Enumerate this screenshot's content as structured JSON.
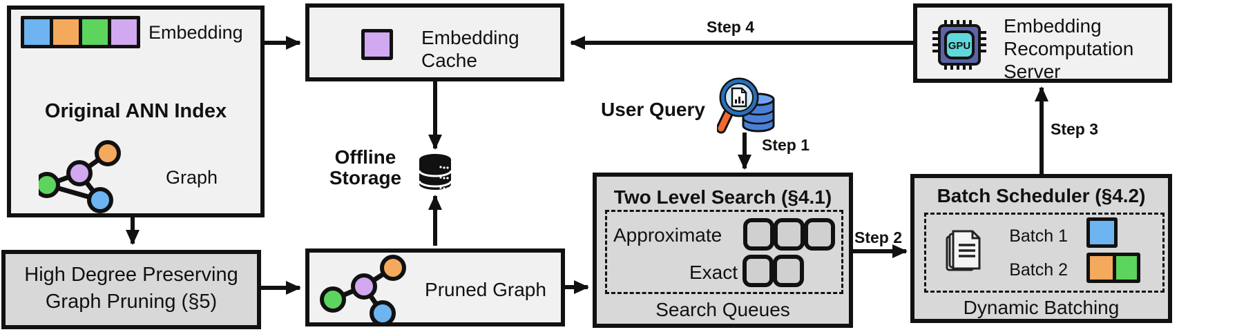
{
  "colors": {
    "canvas_bg": "#ffffff",
    "light_box_bg": "#f1f1f1",
    "dark_box_bg": "#d8d8d8",
    "line": "#111111",
    "embed_blue": "#6eb4f0",
    "embed_orange": "#f5a95c",
    "embed_green": "#5dd45d",
    "embed_purple": "#d0a9f0",
    "queue_slot_bg": "#d0d0d0",
    "gpu_body": "#5a64a8",
    "gpu_core": "#5fd9dc",
    "query_lens": "#cfe9fb",
    "query_rim": "#2a6fb8",
    "query_handle": "#f26a31",
    "query_db": "#4a80d8",
    "query_db_top": "#6ea3ef"
  },
  "original_index": {
    "title": "Original ANN Index",
    "embedding_label": "Embedding",
    "graph_label": "Graph"
  },
  "embedding_cache": {
    "label": "Embedding Cache"
  },
  "recomputation_server": {
    "label": "Embedding Recomputation Server",
    "gpu_text": "GPU"
  },
  "offline_storage": {
    "label": "Offline Storage"
  },
  "high_degree_pruning": {
    "line1": "High Degree Preserving",
    "line2": "Graph Pruning (§5)"
  },
  "pruned_graph": {
    "label": "Pruned Graph"
  },
  "two_level_search": {
    "title": "Two Level Search (§4.1)",
    "approximate_label": "Approximate",
    "exact_label": "Exact",
    "caption": "Search Queues"
  },
  "batch_scheduler": {
    "title": "Batch Scheduler (§4.2)",
    "batch1_label": "Batch 1",
    "batch2_label": "Batch 2",
    "caption": "Dynamic Batching"
  },
  "user_query": {
    "label": "User Query"
  },
  "steps": {
    "step1": "Step 1",
    "step2": "Step 2",
    "step3": "Step 3",
    "step4": "Step 4"
  }
}
